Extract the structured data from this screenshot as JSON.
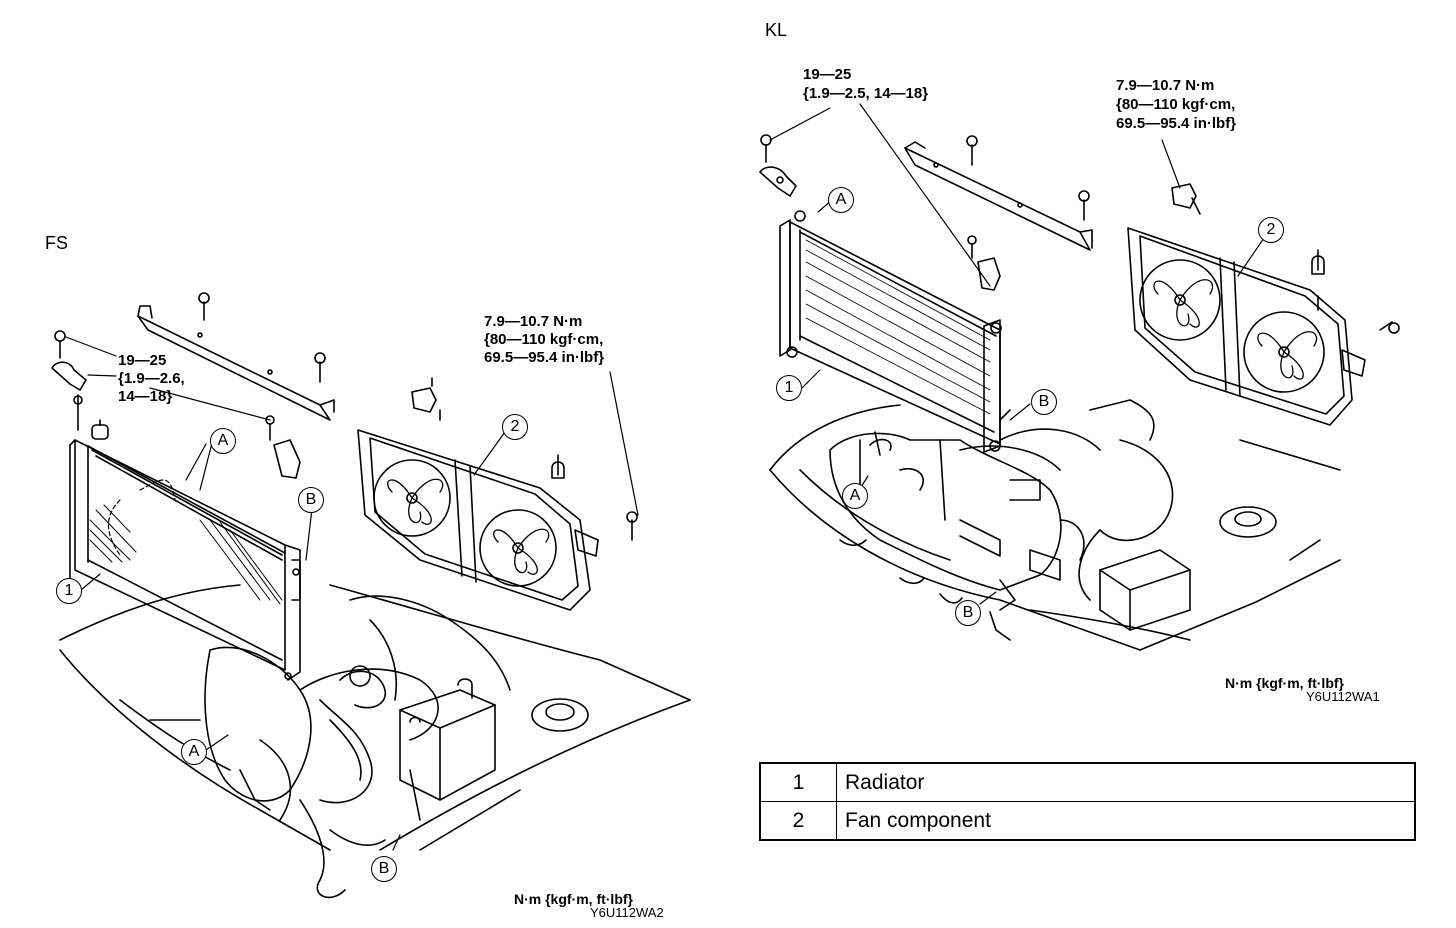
{
  "fs": {
    "label": "FS",
    "torque_bracket": {
      "line1": "19—25",
      "line2": "{1.9—2.6,",
      "line3": "14—18}"
    },
    "torque_fan": {
      "line1": "7.9—10.7 N·m",
      "line2": "{80—110 kgf·cm,",
      "line3": "69.5—95.4 in·lbf}"
    },
    "units": "N·m {kgf·m, ft·lbf}",
    "figure_code": "Y6U112WA2",
    "callouts": {
      "a_top": "A",
      "a_bottom": "A",
      "b_right": "B",
      "b_bottom": "B",
      "n1": "1",
      "n2": "2"
    }
  },
  "kl": {
    "label": "KL",
    "torque_bracket": {
      "line1": "19—25",
      "line2": "{1.9—2.5, 14—18}"
    },
    "torque_fan": {
      "line1": "7.9—10.7 N·m",
      "line2": "{80—110 kgf·cm,",
      "line3": "69.5—95.4 in·lbf}"
    },
    "units": "N·m {kgf·m, ft·lbf}",
    "figure_code": "Y6U112WA1",
    "callouts": {
      "a_top": "A",
      "a_engine": "A",
      "b_right": "B",
      "b_bottom": "B",
      "n1": "1",
      "n2": "2"
    }
  },
  "parts_table": [
    {
      "no": "1",
      "name": "Radiator"
    },
    {
      "no": "2",
      "name": "Fan component"
    }
  ]
}
